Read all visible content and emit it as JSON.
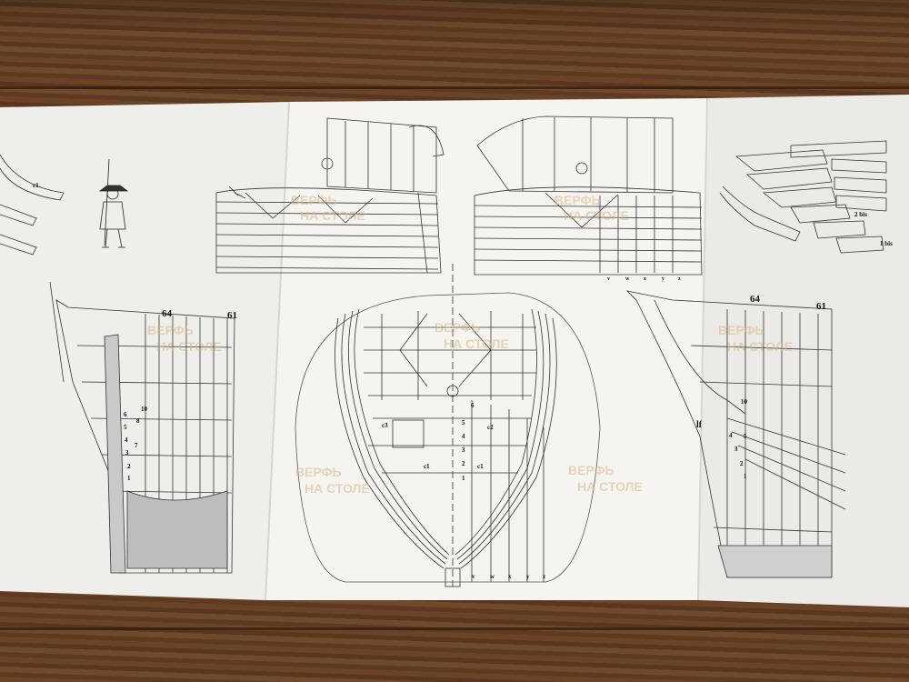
{
  "watermark": {
    "line1": "ВЕРФЬ",
    "line2": "НА СТОЛЕ"
  },
  "labels": {
    "frame_a": "64",
    "frame_b": "61",
    "bits_2": "2 bis",
    "bits_1": "1 bis",
    "lf": "lf",
    "c1": "c1",
    "c2": "c2",
    "c3": "c3",
    "waterlines": [
      "v",
      "w",
      "x",
      "y",
      "z"
    ],
    "numbers": [
      "1",
      "2",
      "3",
      "4",
      "5",
      "6",
      "7",
      "8",
      "10"
    ]
  },
  "colors": {
    "paper": "#f4f3ef",
    "wood": "#5e3a22",
    "ink": "#222222",
    "watermark": "#d9b98a"
  }
}
